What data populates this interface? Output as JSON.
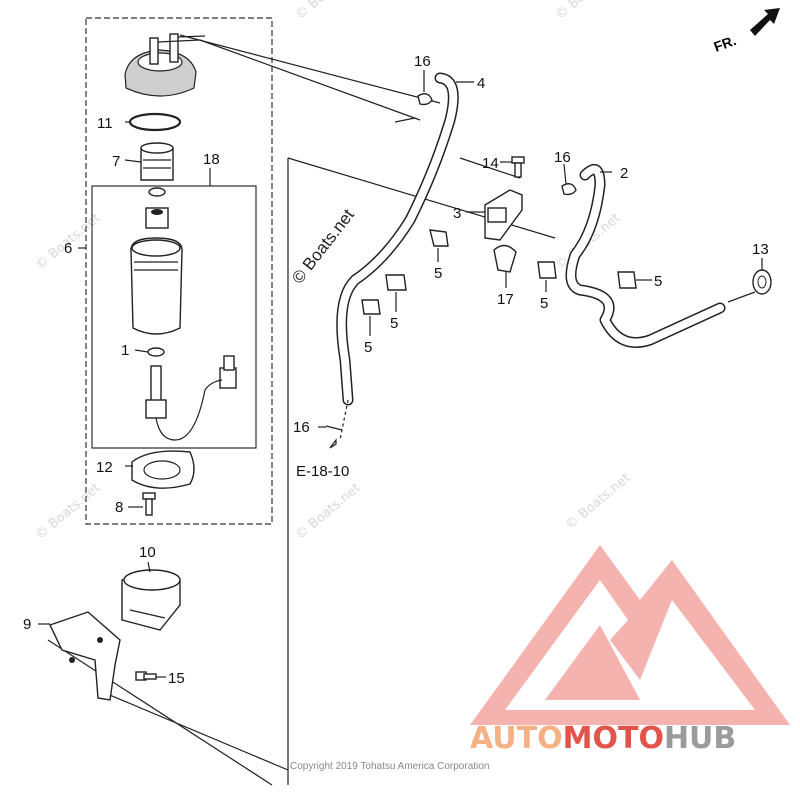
{
  "direction_label": "FR.",
  "reference_label": "E-18-10",
  "copyright": "Copyright 2019 Tohatsu America Corporation",
  "boats_watermark": "© Boats.net",
  "brand": {
    "part1": "AUTO",
    "part2": "MOTO",
    "part3": "HUB"
  },
  "colors": {
    "brand_orange": "#f4b183",
    "brand_red": "#e2534a",
    "brand_gray": "#9b9b9b",
    "triangle_pink": "#f2a6a0"
  },
  "callouts": {
    "p1": "1",
    "p2": "2",
    "p3": "3",
    "p4": "4",
    "p5a": "5",
    "p5b": "5",
    "p5c": "5",
    "p5d": "5",
    "p5e": "5",
    "p6": "6",
    "p7": "7",
    "p8": "8",
    "p9": "9",
    "p10": "10",
    "p11": "11",
    "p12": "12",
    "p13": "13",
    "p14": "14",
    "p15": "15",
    "p16a": "16",
    "p16b": "16",
    "p16c": "16",
    "p17": "17",
    "p18": "18"
  }
}
